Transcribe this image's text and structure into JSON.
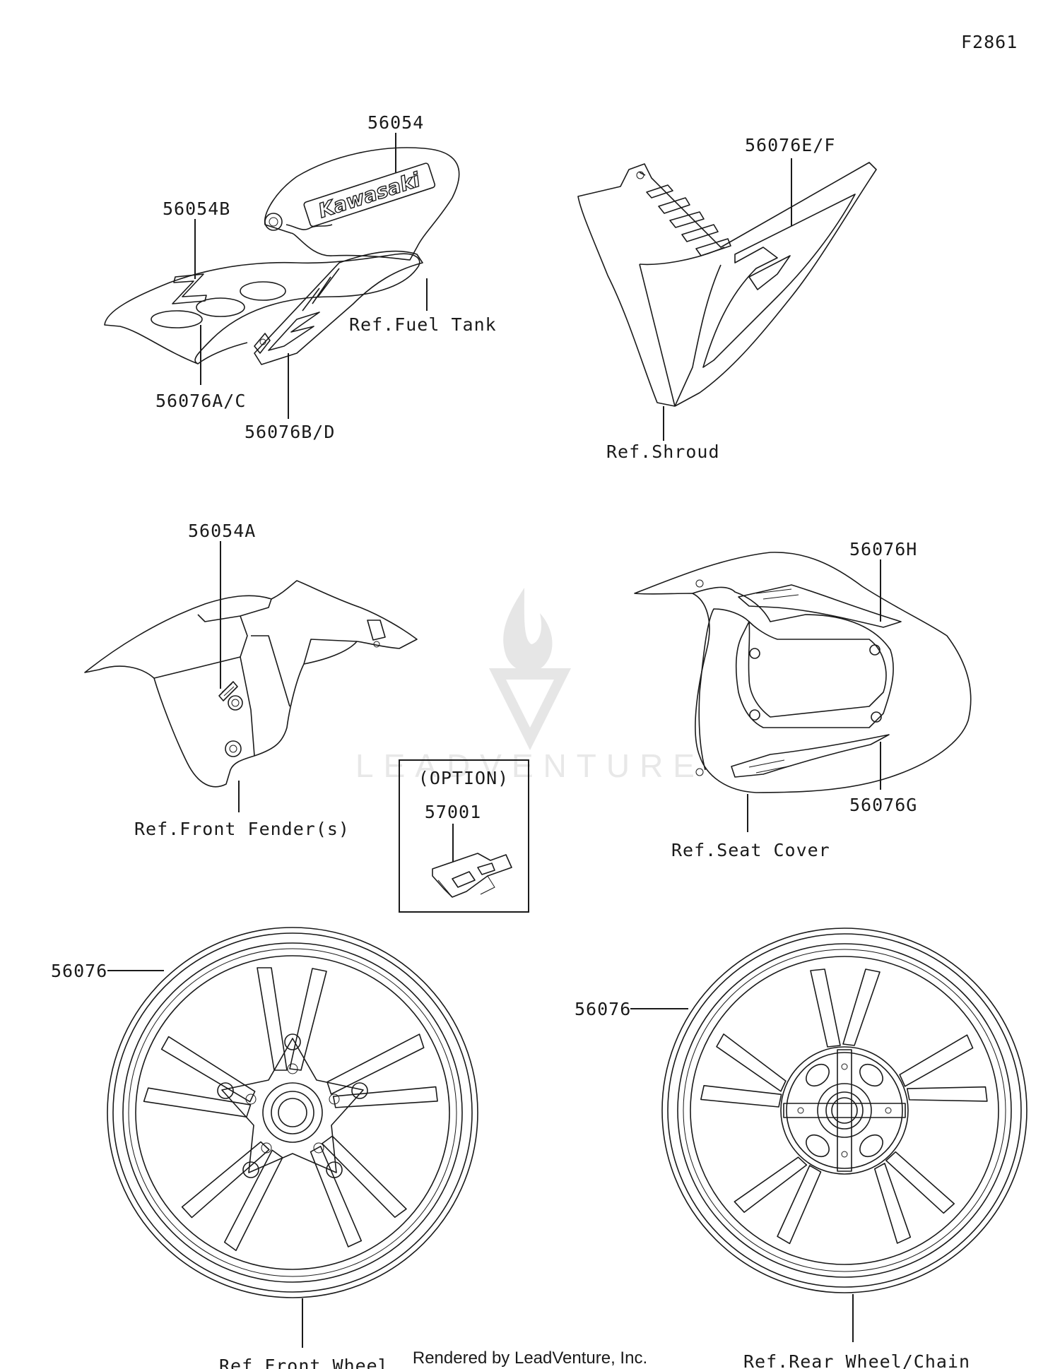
{
  "diagram_id": "F2861",
  "watermark": "LEADVENTURE",
  "footer": "Rendered by LeadVenture, Inc.",
  "option_box": {
    "title": "(OPTION)",
    "part": "57001"
  },
  "callouts": {
    "tank_decal": "56054",
    "tank_z_emblem": "56054B",
    "tank_stripe_ac": "56076A/C",
    "tank_stripe_bd": "56076B/D",
    "ref_fuel_tank": "Ref.Fuel Tank",
    "shroud_stripe": "56076E/F",
    "ref_shroud": "Ref.Shroud",
    "fender_emblem": "56054A",
    "ref_front_fender": "Ref.Front Fender(s)",
    "seat_stripe_h": "56076H",
    "seat_stripe_g": "56076G",
    "ref_seat_cover": "Ref.Seat Cover",
    "front_wheel_stripe": "56076",
    "ref_front_wheel": "Ref.Front Wheel",
    "rear_wheel_stripe": "56076",
    "ref_rear_wheel": "Ref.Rear Wheel/Chain"
  },
  "tank_logo_text": "Kawasaki"
}
